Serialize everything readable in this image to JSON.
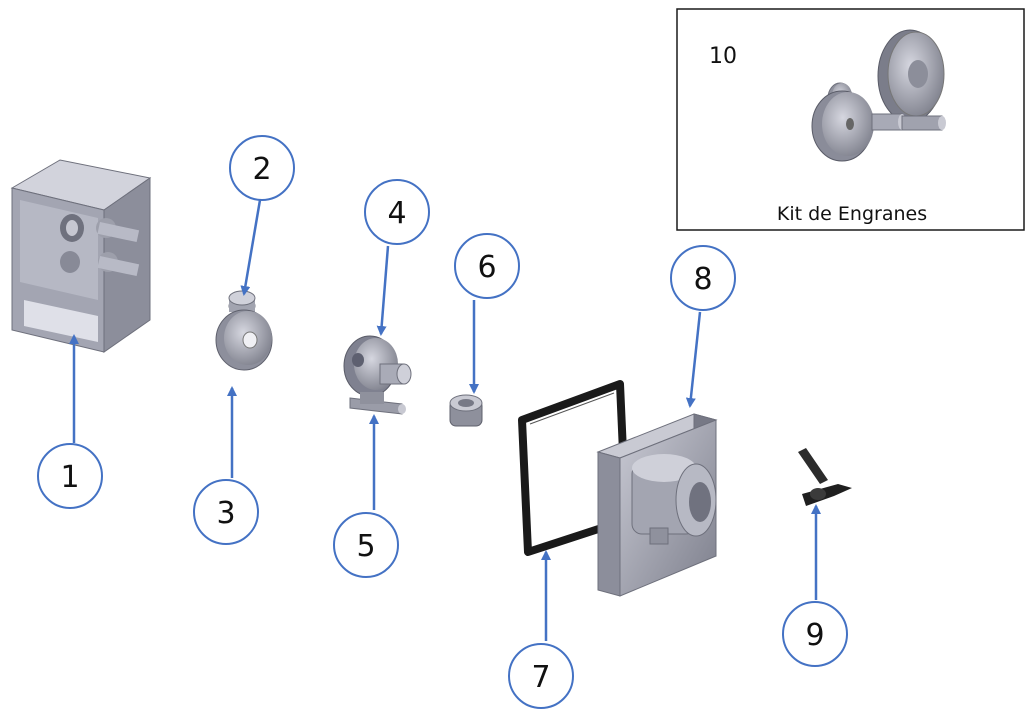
{
  "callouts": {
    "c1": "1",
    "c2": "2",
    "c3": "3",
    "c4": "4",
    "c5": "5",
    "c6": "6",
    "c7": "7",
    "c8": "8",
    "c9": "9"
  },
  "kit": {
    "number": "10",
    "label": "Kit de Engranes"
  },
  "colors": {
    "callout_stroke": "#4472c4",
    "arrow": "#4472c4",
    "part_gray": "#9ea0ae",
    "gasket": "#1a1a1a"
  }
}
